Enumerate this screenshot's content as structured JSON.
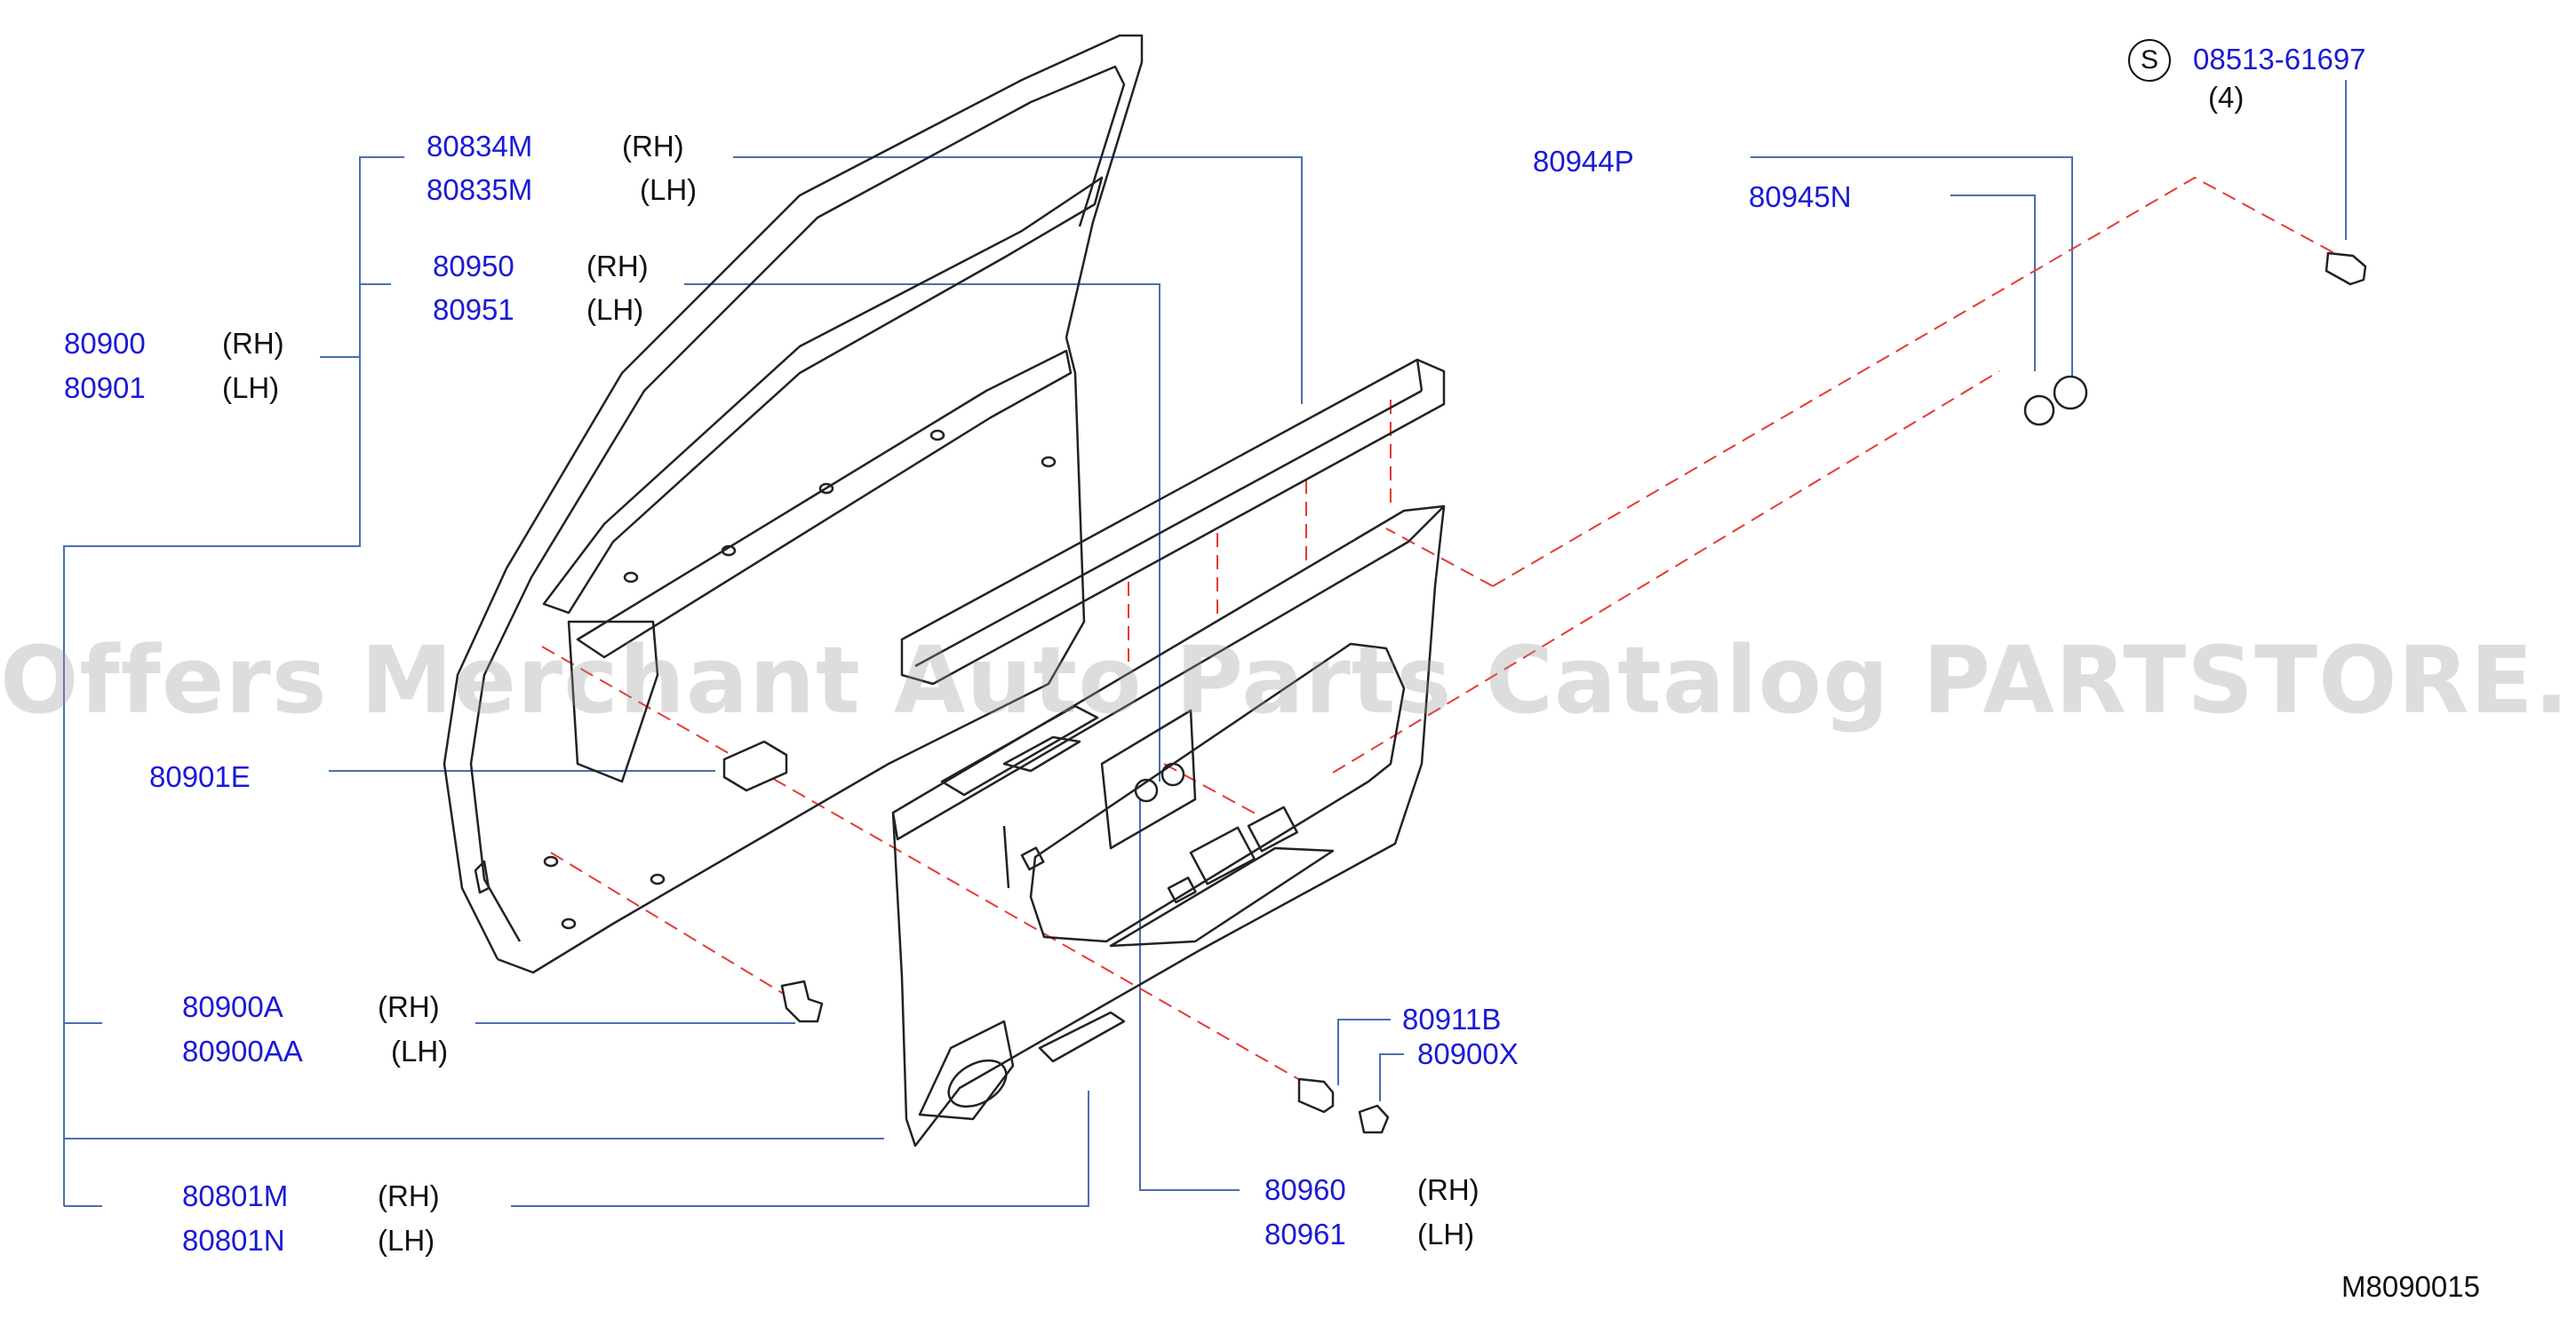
{
  "watermark": "Offers Merchant Auto Parts Catalog PARTSTORE.SA",
  "diagram_code": "M8090015",
  "standard_symbol": "S",
  "colors": {
    "part_number": "#1a1ad6",
    "leader_line": "#4a6fb0",
    "dash_line": "#e53935",
    "drawing": "#222222"
  },
  "callouts": [
    {
      "part": "80834M",
      "side": "(RH)"
    },
    {
      "part": "80835M",
      "side": "(LH)"
    },
    {
      "part": "80950",
      "side": "(RH)"
    },
    {
      "part": "80951",
      "side": "(LH)"
    },
    {
      "part": "80900",
      "side": "(RH)"
    },
    {
      "part": "80901",
      "side": "(LH)"
    },
    {
      "part": "80901E",
      "side": ""
    },
    {
      "part": "80900A",
      "side": "(RH)"
    },
    {
      "part": "80900AA",
      "side": "(LH)"
    },
    {
      "part": "80801M",
      "side": "(RH)"
    },
    {
      "part": "80801N",
      "side": "(LH)"
    },
    {
      "part": "80960",
      "side": "(RH)"
    },
    {
      "part": "80961",
      "side": "(LH)"
    },
    {
      "part": "80911B",
      "side": ""
    },
    {
      "part": "80900X",
      "side": ""
    },
    {
      "part": "80944P",
      "side": ""
    },
    {
      "part": "80945N",
      "side": ""
    },
    {
      "part": "08513-61697",
      "side": "(4)"
    }
  ]
}
